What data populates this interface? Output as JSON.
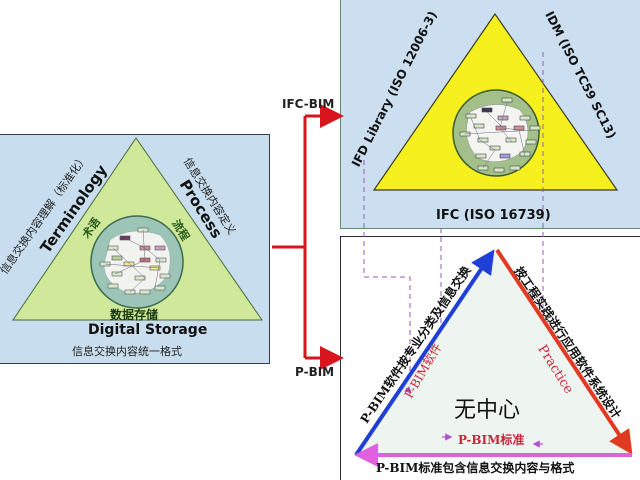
{
  "left_panel": {
    "left_edge_cn": "信息交换内容理解（标准化）",
    "left_edge_en": "Terminology",
    "right_edge_cn": "信息交换内容定义",
    "right_edge_en": "Process",
    "inner_left": "术语",
    "inner_right": "流程",
    "inner_bottom": "数据存储",
    "bottom_en": "Digital Storage",
    "bottom_cn": "信息交换内容统一格式",
    "colors": {
      "triangle": "#cfe89a",
      "circle": "#9cc5b8",
      "background": "#c8dded"
    }
  },
  "connector": {
    "top_label": "IFC-BIM",
    "bottom_label": "P-BIM",
    "color": "#d8141c"
  },
  "top_right_panel": {
    "left_edge": "IFD Library (ISO 12006-3)",
    "right_edge": "IDM (ISO TC59 SC13)",
    "bottom": "IFC (ISO 16739)",
    "colors": {
      "triangle": "#f5f01e",
      "circle": "#a4c08a",
      "background": "#cbdff0"
    }
  },
  "bottom_right_panel": {
    "left_edge": "P-BIM软件按专业分类及信息交换",
    "right_edge": "按工程实践进行应用软件系统设计",
    "bottom_edge": "P-BIM标准包含信息交换内容与格式",
    "center": "无中心",
    "inner_left": "P-BIM软件",
    "inner_right": "Practice",
    "inner_bottom": "P-BIM标准",
    "colors": {
      "left_arrow": "#1f3fd6",
      "right_arrow": "#e23a22",
      "bottom_arrow": "#e060e0",
      "inner_text": "#c8283c",
      "dashed": "#9a5ab8"
    }
  }
}
